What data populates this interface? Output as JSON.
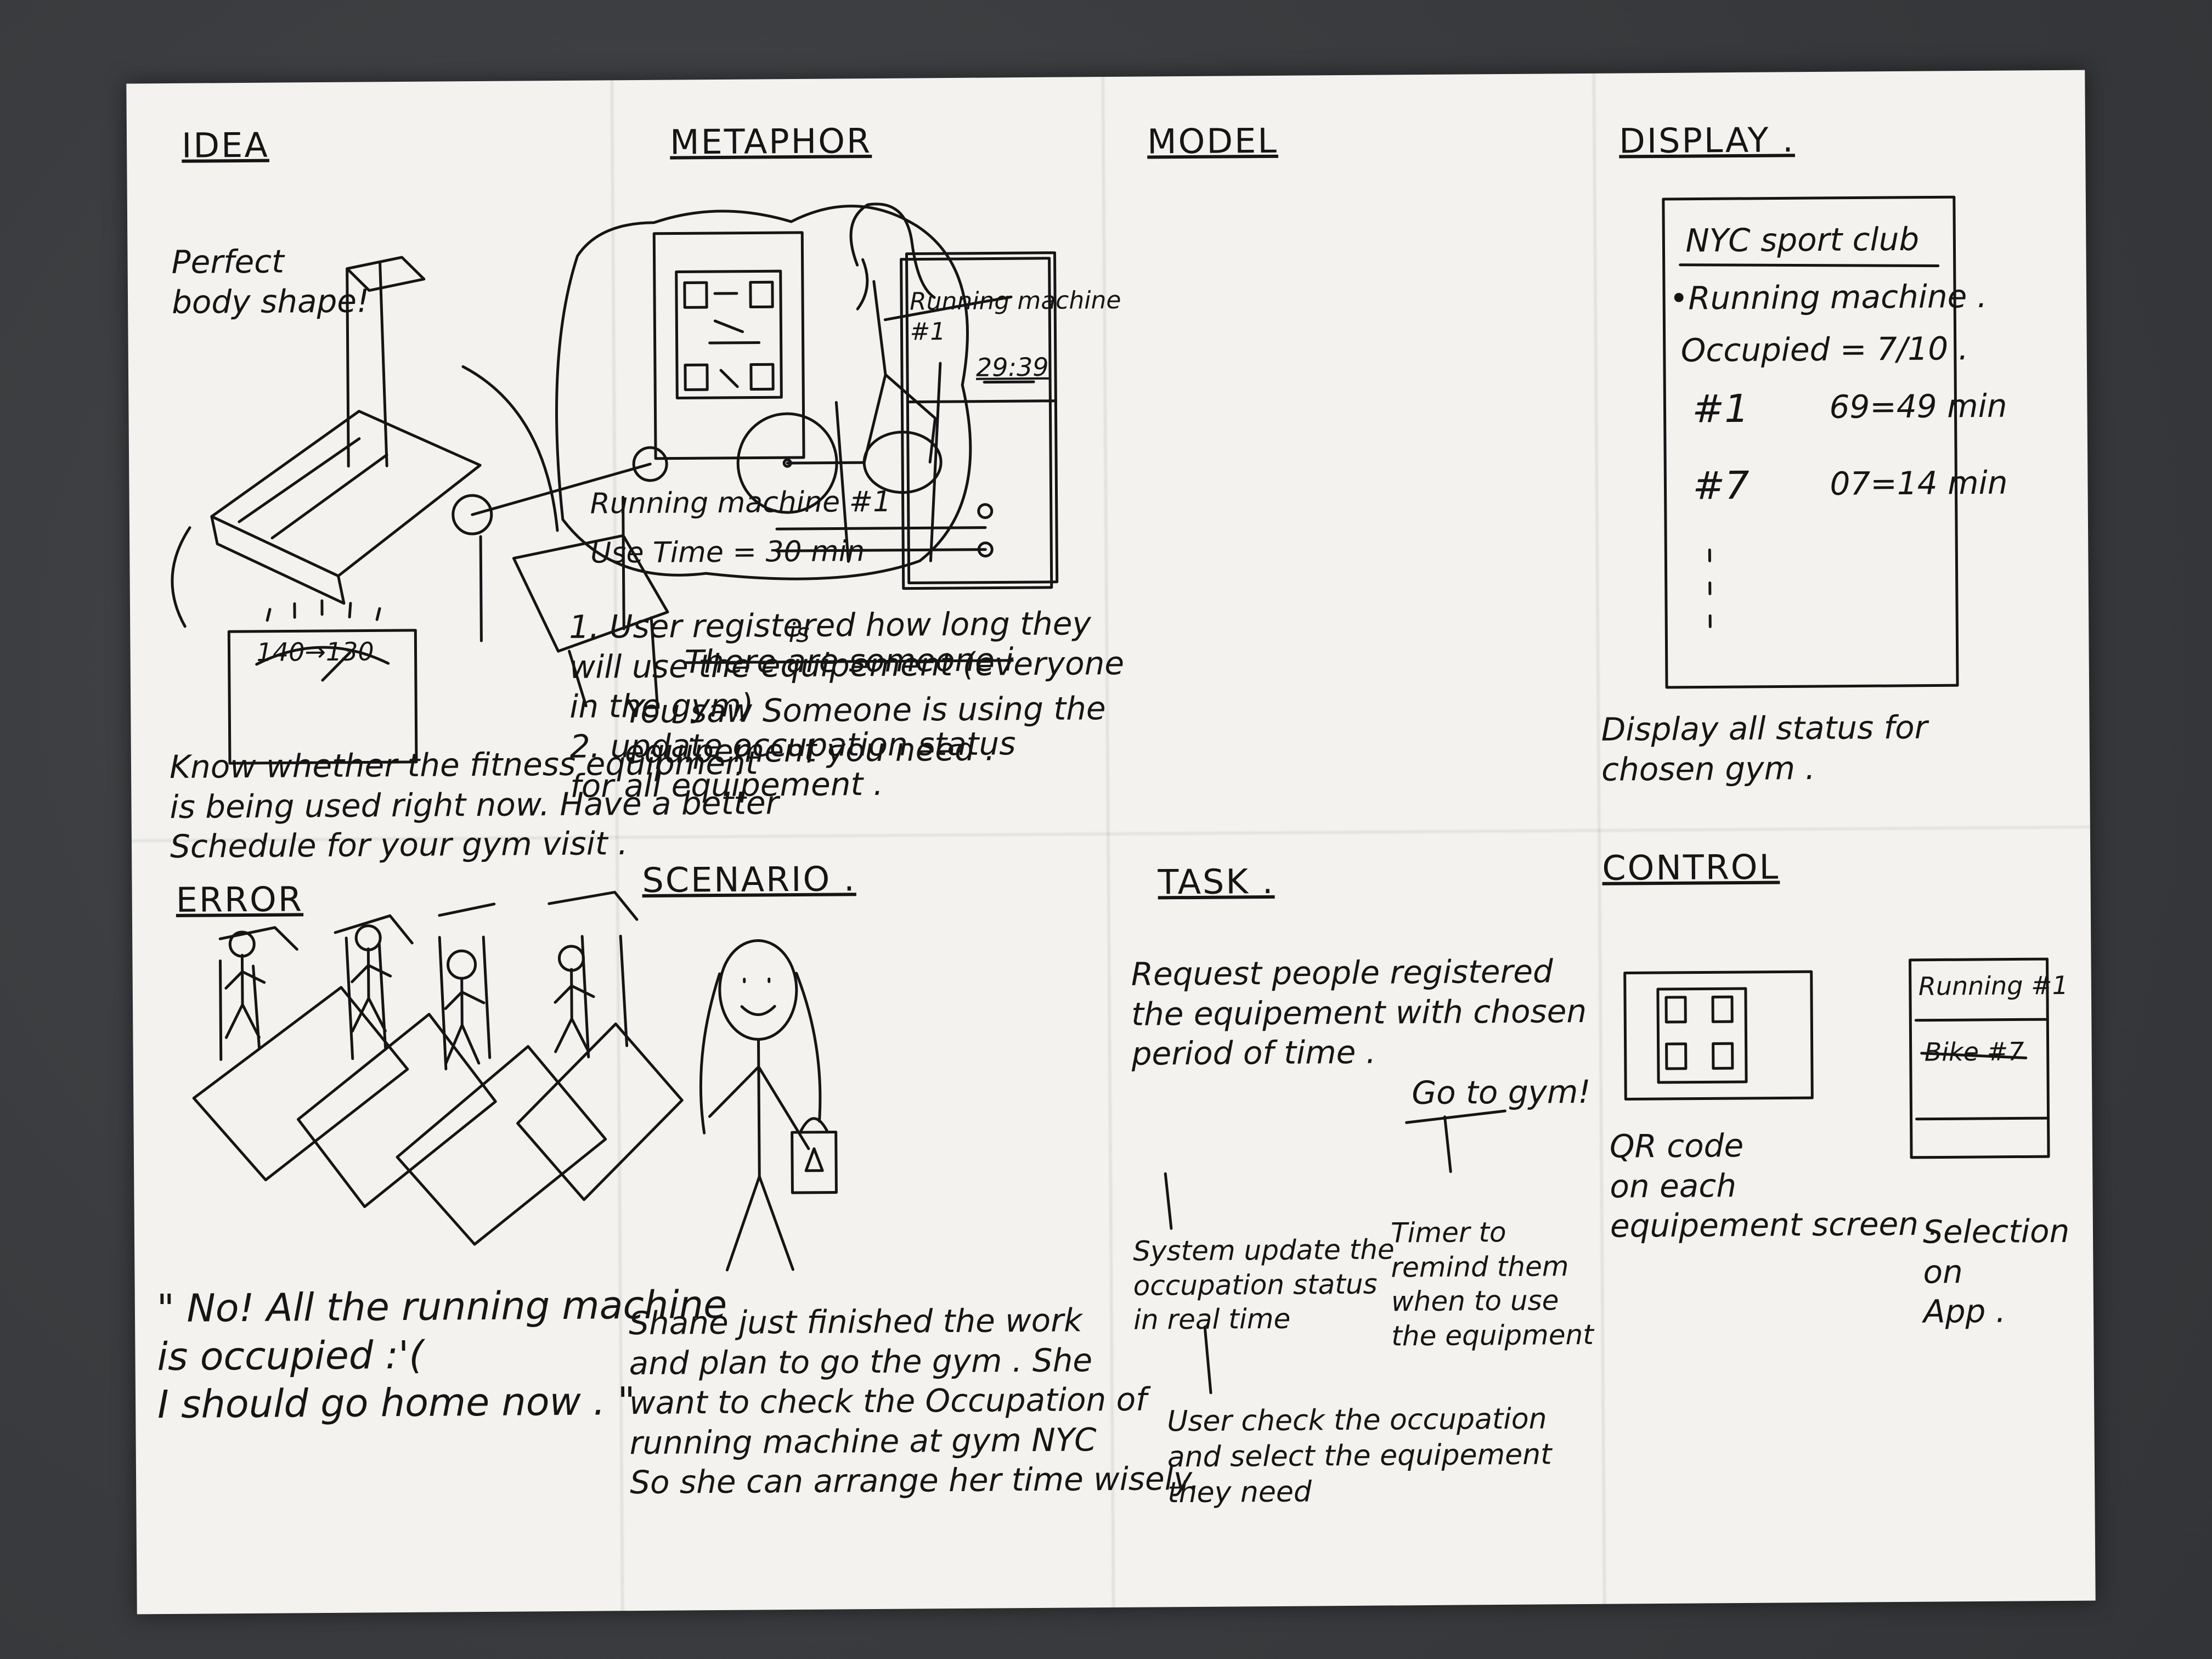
{
  "panels": {
    "idea": {
      "title": "IDEA",
      "caption_top": "Perfect\nbody shape!",
      "gauge": "140→130",
      "caption": "Know whether the fitness equipment\nis being used right now. Have a better\nSchedule for your gym visit ."
    },
    "metaphor": {
      "title": "METAPHOR",
      "strike_text": "There are someone i",
      "insert_word": "is",
      "caption": "You saw Someone is using the\nequipement you need ."
    },
    "model": {
      "title": "MODEL",
      "phone_label": "Running machine\n#1",
      "phone_timer": "29:39",
      "card_label": "Running machine #1",
      "card_time": "Use Time = 30 min",
      "caption": "1. User registered how long they\nwill use the equipement (everyone\nin the gym)\n2. update occupation status\nfor all equipement ."
    },
    "display": {
      "title": "DISPLAY .",
      "screen_header": "NYC sport club",
      "screen_item": "•Running machine .",
      "screen_occupied": "Occupied = 7/10 .",
      "rows": [
        {
          "id": "#1",
          "time": "69=49 min"
        },
        {
          "id": "#7",
          "time": "07=14 min"
        }
      ],
      "caption": "Display all status for\nchosen gym ."
    },
    "error": {
      "title": "ERROR",
      "quote": "\" No! All the running machine\n  is occupied :'(\nI should go home now . \""
    },
    "scenario": {
      "title": "SCENARIO .",
      "caption": "Shane just finished the work\nand plan to go the gym . She\nwant to check the Occupation of\nrunning machine at gym NYC\nSo she can arrange her time wisely."
    },
    "task": {
      "title": "TASK .",
      "main": "Request people registered\nthe equipement with chosen\nperiod of time .",
      "go": "Go to gym!",
      "system": "System update the\noccupation status\nin real time",
      "timer": "Timer to\nremind them\nwhen to use\nthe equipment",
      "user": "User check the occupation\nand select the equipement\nthey need"
    },
    "control": {
      "title": "CONTROL",
      "qr_caption": "QR code\non each\nequipement screen .",
      "app_item1": "Running #1",
      "app_item2": "Bike #7",
      "app_caption": "Selection\non\nApp ."
    }
  }
}
